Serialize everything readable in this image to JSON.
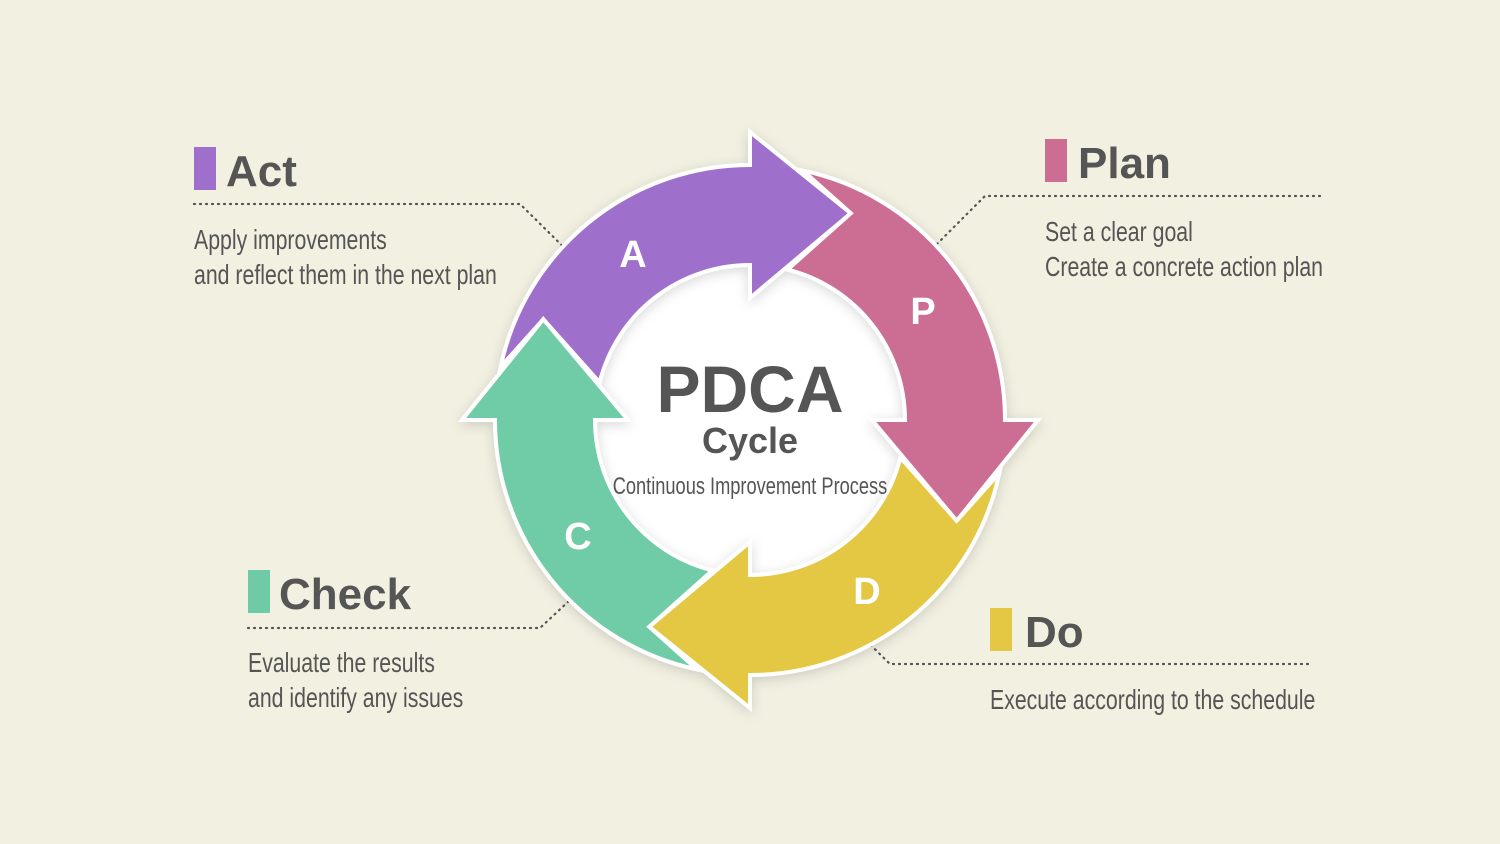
{
  "title": "PDCA",
  "subtitle": "Cycle",
  "tagline": "Continuous Improvement Process",
  "colors": {
    "act": "#9E70CB",
    "plan": "#CC6E94",
    "do": "#E4C743",
    "check": "#6FCBA7",
    "text": "#555555",
    "background": "#F1F0E1"
  },
  "arrows": {
    "act": "A",
    "plan": "P",
    "do": "D",
    "check": "C"
  },
  "stages": {
    "act": {
      "title": "Act",
      "lines": [
        "Apply improvements",
        "and reflect them in the next plan"
      ]
    },
    "plan": {
      "title": "Plan",
      "lines": [
        "Set a clear goal",
        "Create a concrete action plan"
      ]
    },
    "check": {
      "title": "Check",
      "lines": [
        "Evaluate the results",
        "and identify any issues"
      ]
    },
    "do": {
      "title": "Do",
      "lines": [
        "Execute according to the schedule"
      ]
    }
  }
}
